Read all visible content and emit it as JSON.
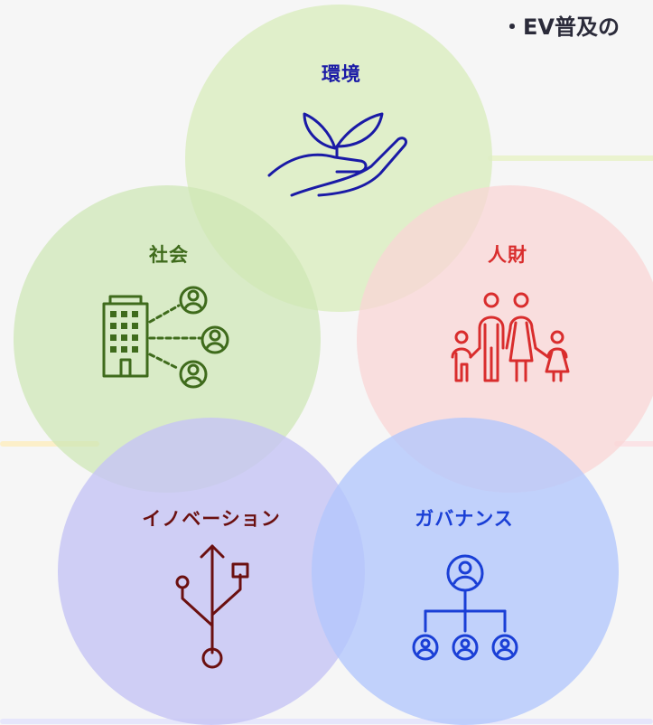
{
  "header": {
    "text": "・EV普及の"
  },
  "topics": {
    "environment": {
      "label": "環境",
      "icon": "plant-in-hand-icon",
      "color": "#1a1aa6"
    },
    "society": {
      "label": "社会",
      "icon": "building-network-icon",
      "color": "#3f6b1c"
    },
    "human_resources": {
      "label": "人財",
      "icon": "family-icon",
      "color": "#d92d2d"
    },
    "innovation": {
      "label": "イノベーション",
      "icon": "usb-icon",
      "color": "#6b1010"
    },
    "governance": {
      "label": "ガバナンス",
      "icon": "org-chart-icon",
      "color": "#1a3fd6"
    }
  }
}
